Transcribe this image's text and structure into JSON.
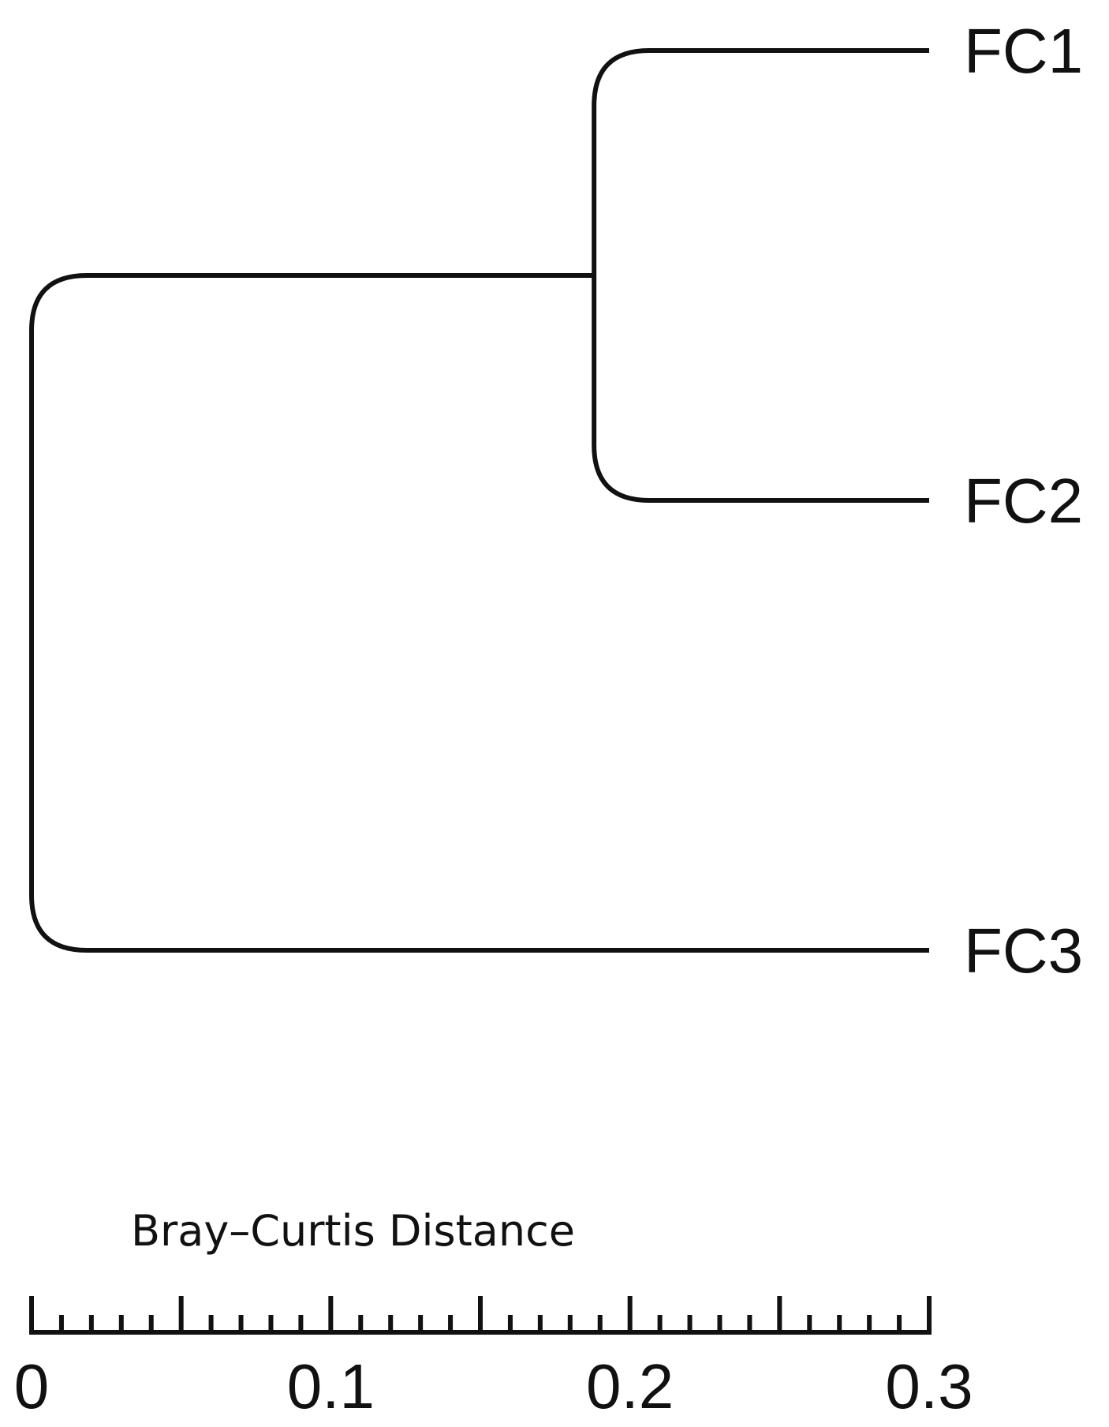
{
  "chart_data": {
    "type": "dendrogram",
    "leaves": [
      "FC1",
      "FC2",
      "FC3"
    ],
    "merges": [
      {
        "children": [
          "FC1",
          "FC2"
        ],
        "height": 0.112
      },
      {
        "children": [
          "FC1+FC2",
          "FC3"
        ],
        "height": 0.3
      }
    ],
    "xlabel": "Bray–Curtis Distance",
    "xlim": [
      0,
      0.3
    ],
    "major_ticks": [
      0,
      0.05,
      0.1,
      0.15,
      0.2,
      0.25,
      0.3
    ],
    "minor_tick_step": 0.01,
    "tick_labels": [
      "0",
      "0.1",
      "0.2",
      "0.3"
    ],
    "tick_label_values": [
      0,
      0.1,
      0.2,
      0.3
    ],
    "colors": {
      "line": "#111111",
      "background": "#ffffff"
    }
  }
}
